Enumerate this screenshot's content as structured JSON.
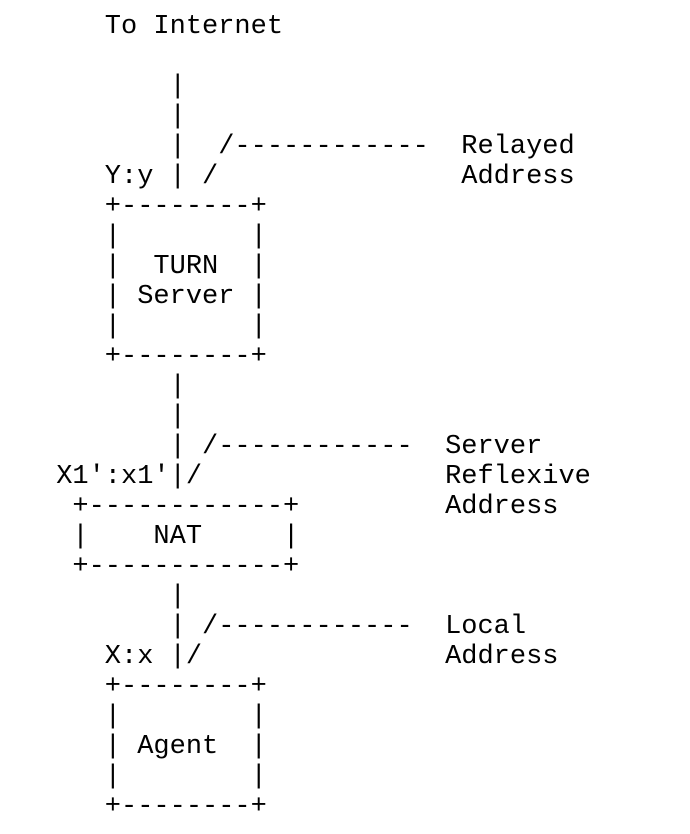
{
  "page": {
    "background_color": "#ffffff",
    "text_color": "#000000"
  },
  "diagram": {
    "kind": "ascii-network-diagram",
    "heading": "To Internet",
    "ascii_lines": [
      "    To Internet",
      "",
      "        |",
      "        |",
      "        |  /------------  Relayed",
      "    Y:y | /               Address",
      "    +--------+",
      "    |        |",
      "    |  TURN  |",
      "    | Server |",
      "    |        |",
      "    +--------+",
      "        |",
      "        |",
      "        | /------------  Server",
      " X1':x1'|/               Reflexive",
      "  +------------+         Address",
      "  |    NAT     |",
      "  +------------+",
      "        |",
      "        | /------------  Local",
      "    X:x |/               Address",
      "    +--------+",
      "    |        |",
      "    | Agent  |",
      "    |        |",
      "    +--------+"
    ],
    "nodes": [
      {
        "label": "TURN Server",
        "address_label": "Y:y"
      },
      {
        "label": "NAT",
        "address_label": "X1':x1'"
      },
      {
        "label": "Agent",
        "address_label": "X:x"
      }
    ],
    "callouts": [
      {
        "label": "Relayed Address",
        "points_to": "Y:y"
      },
      {
        "label": "Server Reflexive Address",
        "points_to": "X1':x1'"
      },
      {
        "label": "Local Address",
        "points_to": "X:x"
      }
    ]
  }
}
